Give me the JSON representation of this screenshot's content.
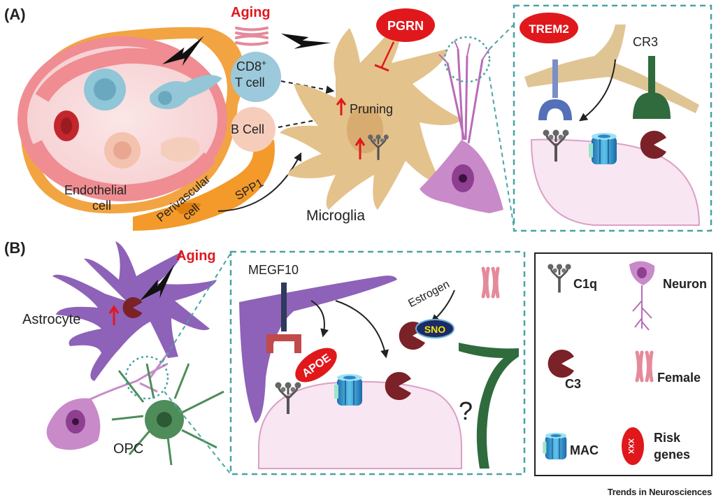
{
  "panel_a": {
    "label": "(A)",
    "aging": "Aging",
    "cd8_line1": "CD8",
    "cd8_sup": "+",
    "cd8_line2": "T cell",
    "b_cell": "B Cell",
    "pgrn": "PGRN",
    "pruning": "Pruning",
    "spp1": "SPP1",
    "microglia": "Microglia",
    "endothelial_line1": "Endothelial",
    "endothelial_line2": "cell",
    "perivascular_line1": "Perivascular",
    "perivascular_line2": "cell",
    "trem2": "TREM2",
    "cr3": "CR3"
  },
  "panel_b": {
    "label": "(B)",
    "aging": "Aging",
    "astrocyte": "Astrocyte",
    "opc": "OPC",
    "megf10": "MEGF10",
    "estrogen": "Estrogen",
    "sno": "SNO",
    "apoe": "APOE",
    "question": "?"
  },
  "legend": {
    "c1q": "C1q",
    "neuron": "Neuron",
    "c3": "C3",
    "female": "Female",
    "mac": "MAC",
    "risk_line1": "Risk",
    "risk_line2": "genes",
    "risk_marks": "XXX"
  },
  "credit": "Trends in Neurosciences",
  "colors": {
    "risk_red": "#e0181c",
    "microglia": "#e4c28c",
    "astrocyte": "#8e62b8",
    "neuron": "#c98ac9",
    "c3": "#7a2228",
    "dashed_teal": "#4aa3a3"
  }
}
